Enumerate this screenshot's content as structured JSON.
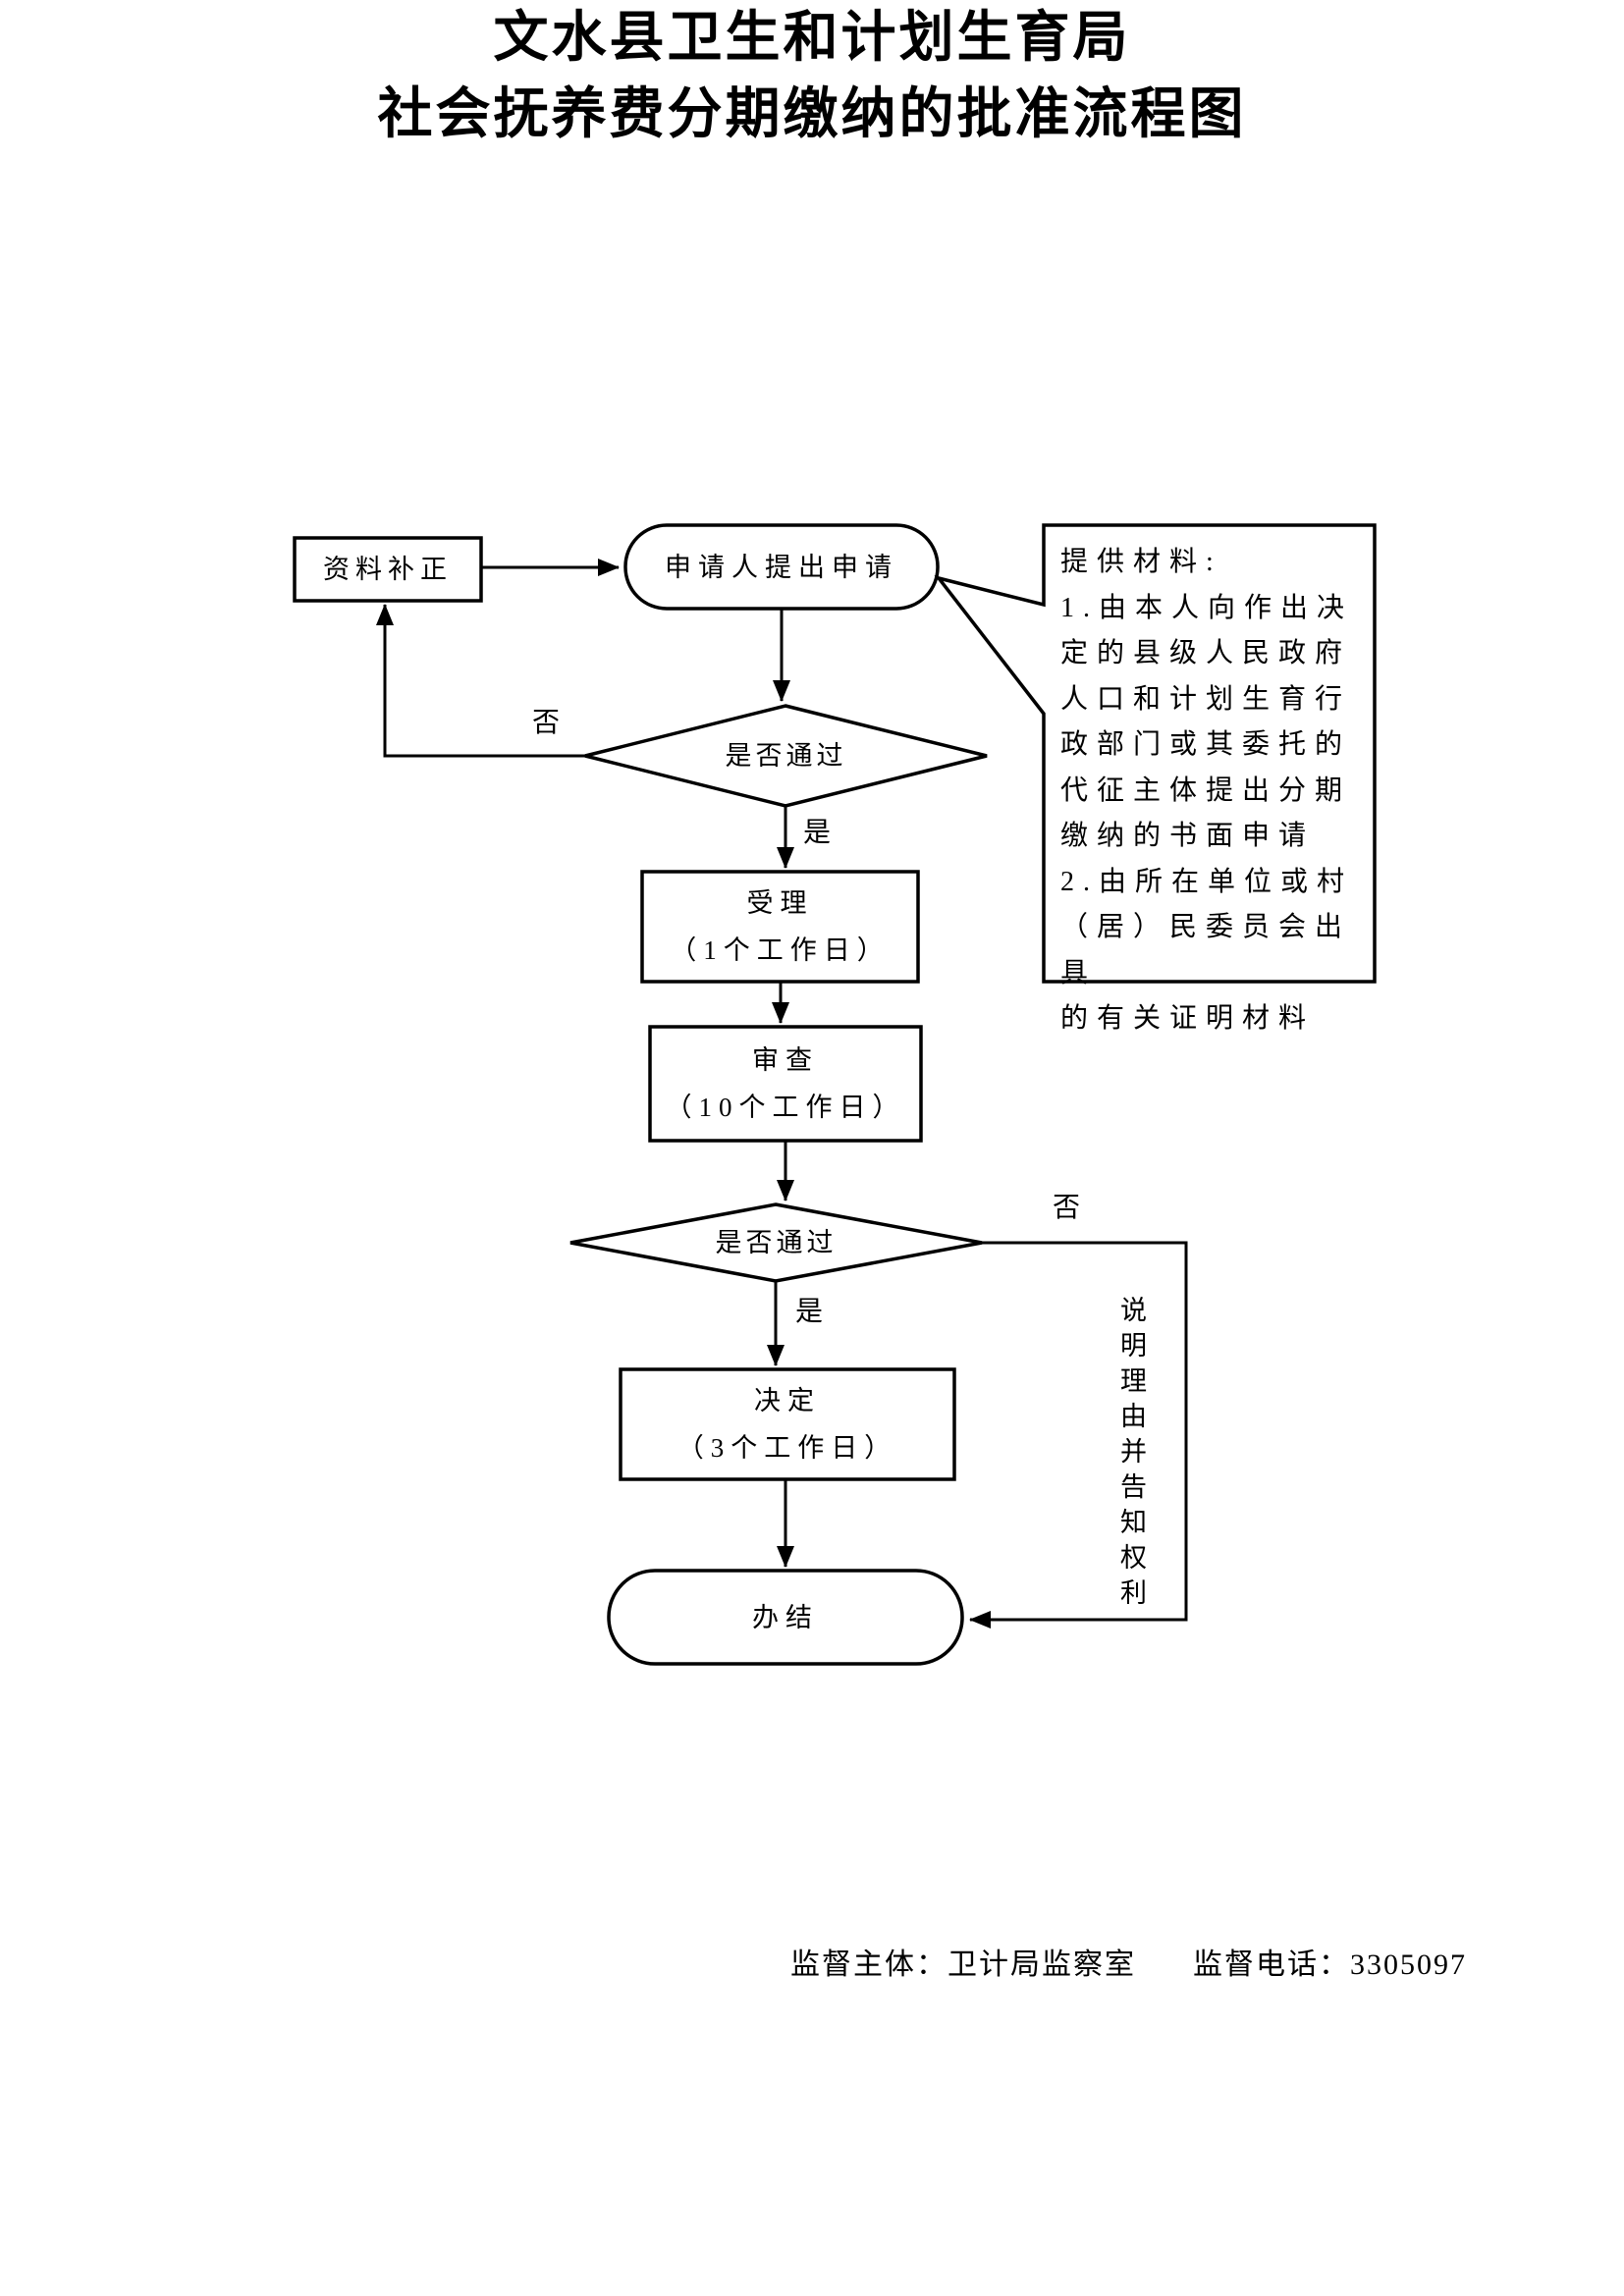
{
  "page": {
    "background": "#ffffff",
    "ink": "#000000"
  },
  "title": {
    "line1": "文水县卫生和计划生育局",
    "line2": "社会抚养费分期缴纳的批准流程图"
  },
  "flowchart": {
    "correction": "资料补正",
    "apply": "申请人提出申请",
    "decision1": "是否通过",
    "accept_name": "受理",
    "accept_duration": "（1个工作日）",
    "review_name": "审查",
    "review_duration": "（10个工作日）",
    "decision2": "是否通过",
    "decide_name": "决定",
    "decide_duration": "（3个工作日）",
    "finish": "办结",
    "label_no1": "否",
    "label_yes1": "是",
    "label_no2": "否",
    "label_yes2": "是",
    "explain_note": "说明理由并告知权利",
    "materials_note": "提供材料:\n1.由本人向作出决\n定的县级人民政府\n人口和计划生育行\n政部门或其委托的\n代征主体提出分期\n缴纳的书面申请\n2.由所在单位或村\n（居）民委员会出具\n的有关证明材料"
  },
  "footer": {
    "supervision_subject": "监督主体：卫计局监察室",
    "supervision_phone": "监督电话：3305097"
  }
}
